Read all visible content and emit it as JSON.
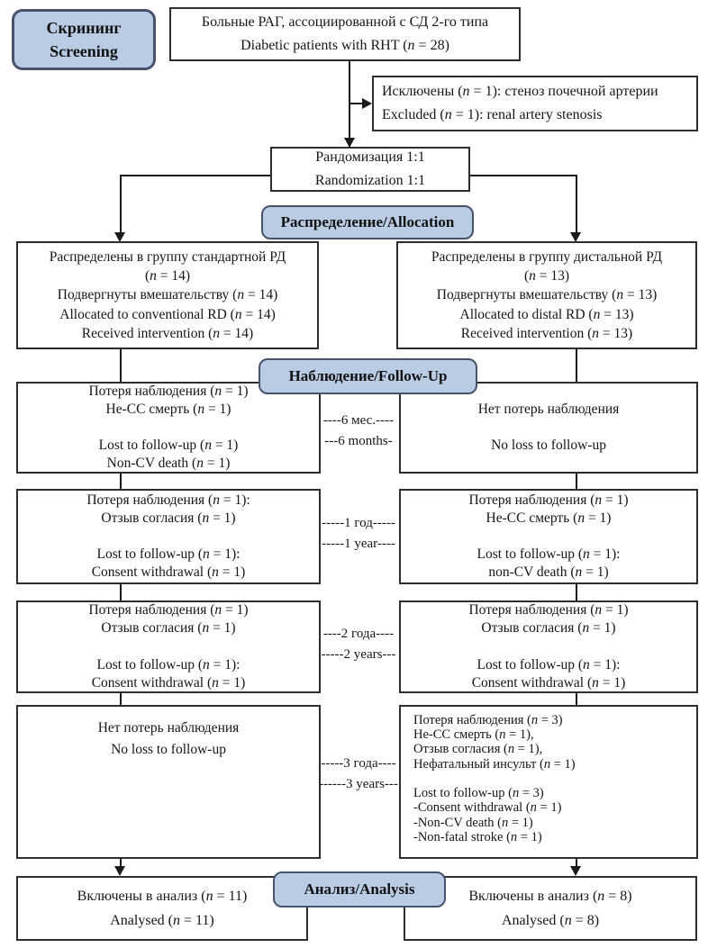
{
  "colors": {
    "stage_label_fill": "#b9cce4",
    "stage_label_border": "#46536b",
    "box_border": "#2e2e2e",
    "connector": "#1a1a1a",
    "text": "#161616",
    "background": "#ffffff"
  },
  "screening_label": {
    "lines": [
      "Скрининг",
      "Screening"
    ]
  },
  "enrollment_box": {
    "lines": [
      "Больные РАГ, ассоциированной с СД 2-го типа",
      "Diabetic patients with RHT (n = 28)"
    ]
  },
  "excluded_box": {
    "lines": [
      "Исключены (n = 1): стеноз почечной артерии",
      "Excluded (n = 1): renal artery stenosis"
    ]
  },
  "randomization_box": {
    "lines": [
      "Рандомизация 1:1",
      "Randomization 1:1"
    ]
  },
  "allocation_label": {
    "text": "Распределение/Allocation"
  },
  "allocation_left_box": {
    "lines": [
      "Распределены в группу стандартной РД",
      "(n = 14)",
      "Подвергнуты вмешательству (n = 14)",
      "Allocated to conventional RD (n = 14)",
      "Received intervention (n = 14)"
    ]
  },
  "allocation_right_box": {
    "lines": [
      "Распределены в группу дистальной РД",
      "(n = 13)",
      "Подвергнуты вмешательству (n = 13)",
      "Allocated to distal RD (n = 13)",
      "Received intervention (n = 13)"
    ]
  },
  "followup_label": {
    "text": "Наблюдение/Follow-Up"
  },
  "followup_rows": [
    {
      "timepoint": {
        "lines": [
          "----6 мес.----",
          "---6 months-"
        ]
      },
      "left": {
        "lines": [
          "Потеря наблюдения (n = 1)",
          "Не-СС смерть (n = 1)",
          "",
          "Lost to follow-up (n = 1)",
          "Non-CV death (n = 1)"
        ]
      },
      "right": {
        "lines": [
          "Нет потерь наблюдения",
          "",
          "No loss to follow-up"
        ]
      }
    },
    {
      "timepoint": {
        "lines": [
          "-----1 год-----",
          "-----1 year----"
        ]
      },
      "left": {
        "lines": [
          "Потеря наблюдения (n = 1):",
          "Отзыв согласия (n = 1)",
          "",
          "Lost to follow-up (n = 1):",
          "Consent withdrawal (n = 1)"
        ]
      },
      "right": {
        "lines": [
          "Потеря наблюдения (n = 1)",
          "Не-СС смерть (n = 1)",
          "",
          "Lost to follow-up (n = 1):",
          "non-CV death (n = 1)"
        ]
      }
    },
    {
      "timepoint": {
        "lines": [
          "----2 года----",
          "-----2 years---"
        ]
      },
      "left": {
        "lines": [
          "Потеря наблюдения (n = 1)",
          "Отзыв согласия (n = 1)",
          "",
          "Lost to follow-up (n = 1):",
          "Consent withdrawal (n = 1)"
        ]
      },
      "right": {
        "lines": [
          "Потеря наблюдения (n = 1)",
          "Отзыв согласия (n = 1)",
          "",
          "Lost to follow-up (n = 1):",
          "Consent withdrawal (n = 1)"
        ]
      }
    },
    {
      "timepoint": {
        "lines": [
          "-----3 года----",
          "------3 years---"
        ]
      },
      "left": {
        "lines": [
          "Нет потерь наблюдения",
          "No loss to follow-up"
        ]
      },
      "right": {
        "lines": [
          "Потеря наблюдения (n = 3)",
          "Не-СС смерть (n = 1),",
          "Отзыв согласия (n = 1),",
          "Нефатальный инсульт (n = 1)",
          "",
          "Lost to follow-up (n = 3)",
          "-Consent withdrawal (n = 1)",
          "-Non-CV death (n = 1)",
          "-Non-fatal stroke (n = 1)"
        ]
      }
    }
  ],
  "analysis_label": {
    "text": "Анализ/Analysis"
  },
  "analysis_left_box": {
    "lines": [
      "Включены в анализ (n = 11)",
      "Analysed (n = 11)"
    ]
  },
  "analysis_right_box": {
    "lines": [
      "Включены в анализ (n = 8)",
      "Analysed (n = 8)"
    ]
  }
}
